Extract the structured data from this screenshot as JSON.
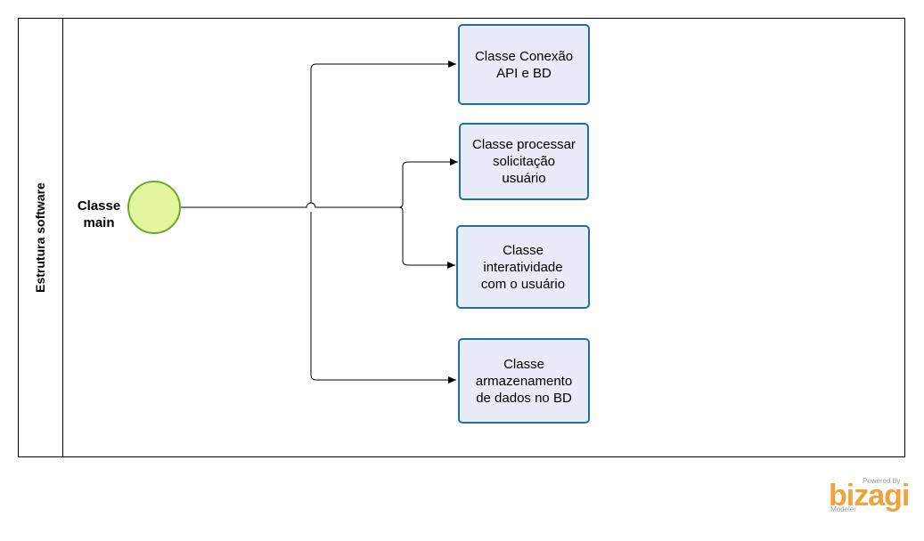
{
  "lane": {
    "title": "Estrutura software"
  },
  "start_event": {
    "label": "Classe\nmain",
    "fill": "#e4f5a0",
    "stroke": "#6aaa2a"
  },
  "tasks": [
    {
      "label": "Classe Conexão\nAPI e BD"
    },
    {
      "label": "Classe processar\nsolicitação\nusuário"
    },
    {
      "label": "Classe\ninteratividade\ncom o usuário"
    },
    {
      "label": "Classe\narmazenamento\nde dados no BD"
    }
  ],
  "watermark": {
    "powered": "Powered by",
    "brand": "bizagi",
    "product": "Modeler",
    "color": "#f0a33c"
  }
}
